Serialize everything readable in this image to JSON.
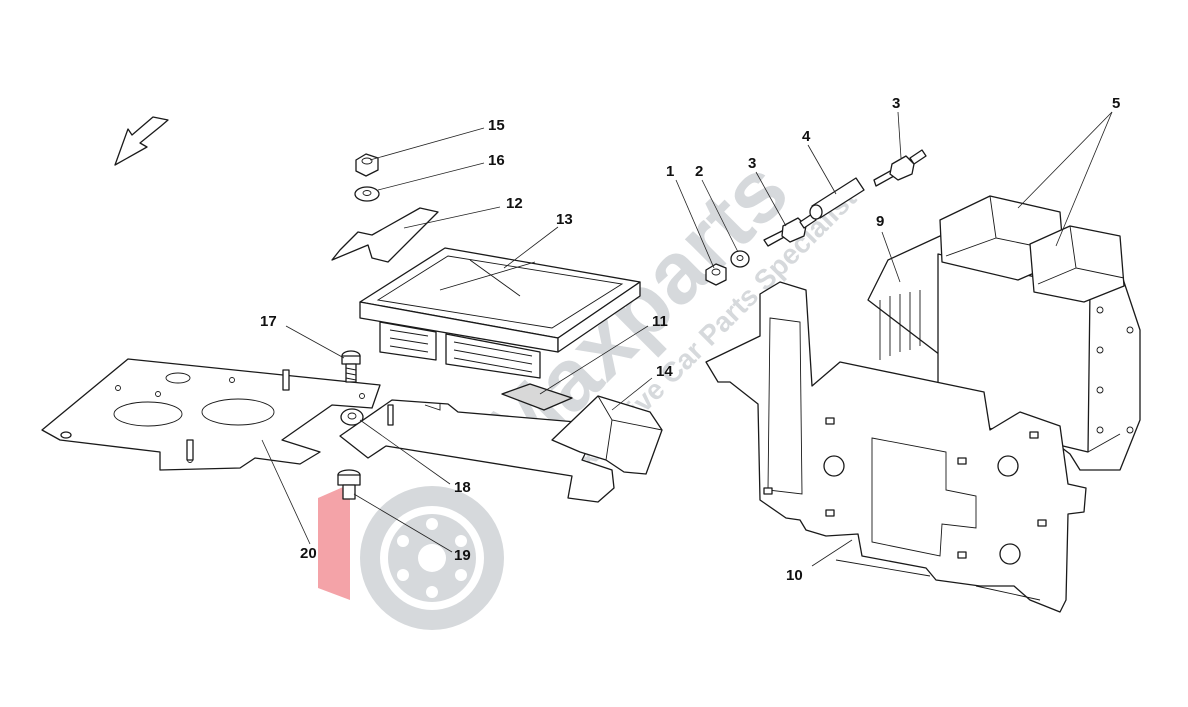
{
  "diagram": {
    "callouts": [
      {
        "id": "c1",
        "label": "1"
      },
      {
        "id": "c2",
        "label": "2"
      },
      {
        "id": "c3a",
        "label": "3"
      },
      {
        "id": "c3b",
        "label": "3"
      },
      {
        "id": "c4",
        "label": "4"
      },
      {
        "id": "c5",
        "label": "5"
      },
      {
        "id": "c9",
        "label": "9"
      },
      {
        "id": "c10",
        "label": "10"
      },
      {
        "id": "c11",
        "label": "11"
      },
      {
        "id": "c12",
        "label": "12"
      },
      {
        "id": "c13",
        "label": "13"
      },
      {
        "id": "c14",
        "label": "14"
      },
      {
        "id": "c15",
        "label": "15"
      },
      {
        "id": "c16",
        "label": "16"
      },
      {
        "id": "c17",
        "label": "17"
      },
      {
        "id": "c18",
        "label": "18"
      },
      {
        "id": "c19",
        "label": "19"
      },
      {
        "id": "c20",
        "label": "20"
      }
    ]
  },
  "watermark": {
    "brand": "Maxparts",
    "tagline": "Exclusive Car Parts Specialist",
    "colors": {
      "grey": "#d6d9dc",
      "red": "#f4a3a8"
    }
  },
  "icons": [
    "direction-arrow-icon",
    "watermark-logo-icon"
  ]
}
